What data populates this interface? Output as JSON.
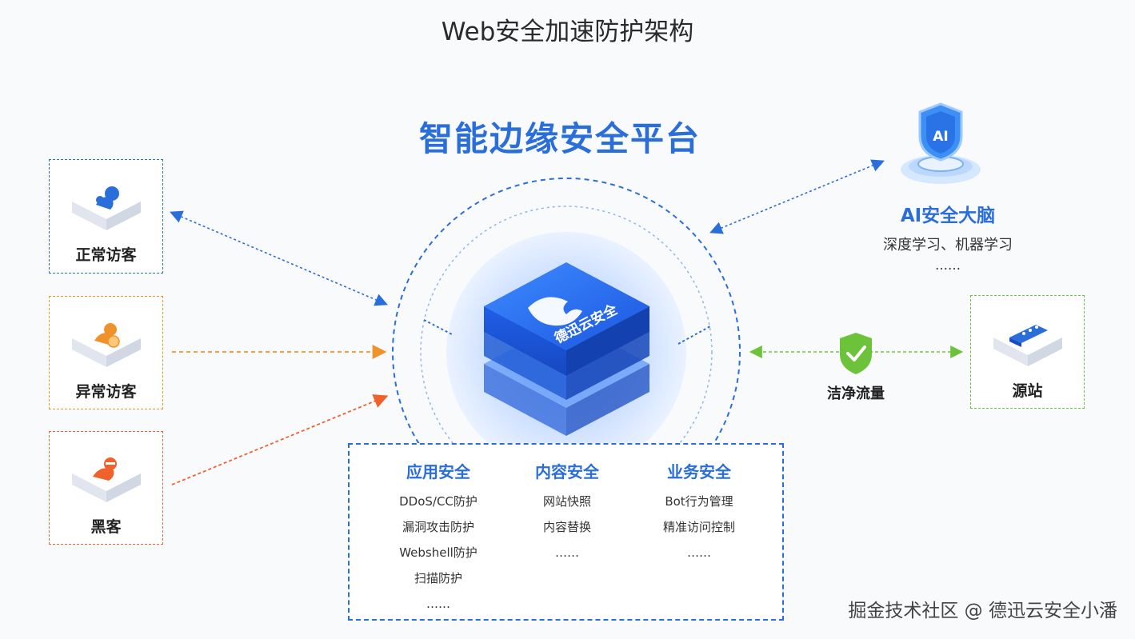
{
  "page_title": "Web安全加速防护架构",
  "platform": {
    "title": "智能边缘安全平台",
    "logo_text": "德迅云安全"
  },
  "visitors": [
    {
      "label": "正常访客",
      "icon": "user-icon",
      "color": "#2a6ed9"
    },
    {
      "label": "异常访客",
      "icon": "user-warning-icon",
      "color": "#f0922b"
    },
    {
      "label": "黑客",
      "icon": "hacker-icon",
      "color": "#f0622b"
    }
  ],
  "ai": {
    "badge": "AI",
    "title": "AI安全大脑",
    "subtitle": "深度学习、机器学习",
    "more": "……"
  },
  "clean_traffic": {
    "label": "洁净流量"
  },
  "origin": {
    "label": "源站"
  },
  "services": [
    {
      "title": "应用安全",
      "items": [
        "DDoS/CC防护",
        "漏洞攻击防护",
        "Webshell防护",
        "扫描防护",
        "……"
      ]
    },
    {
      "title": "内容安全",
      "items": [
        "网站快照",
        "内容替换",
        "……"
      ]
    },
    {
      "title": "业务安全",
      "items": [
        "Bot行为管理",
        "精准访问控制",
        "……"
      ]
    }
  ],
  "watermark": "掘金技术社区 @ 德迅云安全小潘",
  "colors": {
    "blue": "#2a6ed9",
    "orange": "#f0922b",
    "red_orange": "#f0622b",
    "green": "#6cc33a"
  }
}
